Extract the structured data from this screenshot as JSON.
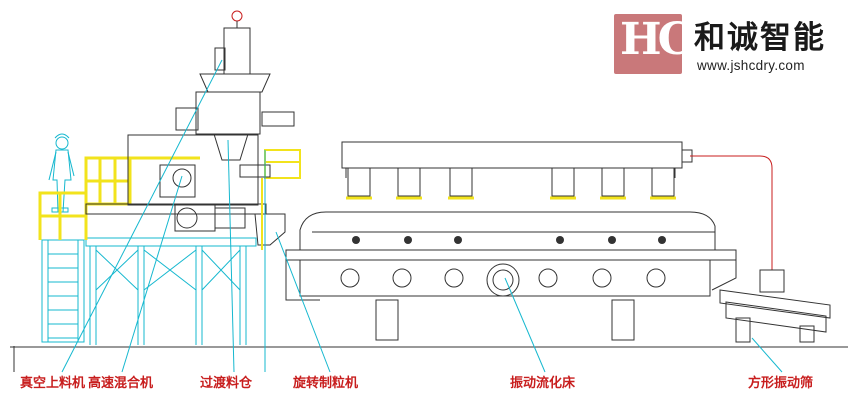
{
  "logo": {
    "mark": "HC",
    "name": "和诚智能",
    "url": "www.jshcdry.com"
  },
  "labels": [
    {
      "id": "vacuum-loader",
      "text": "真空上料机"
    },
    {
      "id": "high-speed-mixer",
      "text": "高速混合机"
    },
    {
      "id": "transition-bin",
      "text": "过渡料仓"
    },
    {
      "id": "rotary-granulator",
      "text": "旋转制粒机"
    },
    {
      "id": "vibrating-fluid-bed",
      "text": "振动流化床"
    },
    {
      "id": "square-vibrating-sieve",
      "text": "方形振动筛"
    }
  ],
  "colors": {
    "line": "#16b8cf",
    "rail": "#f2e31c",
    "text": "#c81e1e",
    "drawing": "#333333",
    "logo": "#c9787a"
  }
}
